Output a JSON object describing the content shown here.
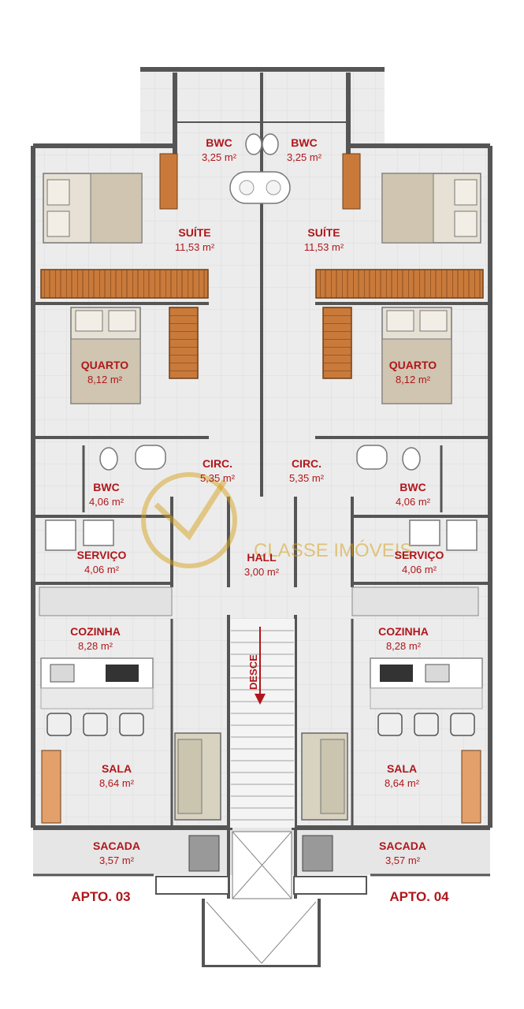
{
  "plan": {
    "units": [
      {
        "id": "apto-03",
        "label": "APTO. 03"
      },
      {
        "id": "apto-04",
        "label": "APTO. 04"
      }
    ],
    "rooms_left": [
      {
        "name": "BWC",
        "area": "3,25 m²"
      },
      {
        "name": "SUÍTE",
        "area": "11,53 m²"
      },
      {
        "name": "QUARTO",
        "area": "8,12 m²"
      },
      {
        "name": "CIRC.",
        "area": "5,35 m²"
      },
      {
        "name": "BWC",
        "area": "4,06 m²"
      },
      {
        "name": "SERVIÇO",
        "area": "4,06 m²"
      },
      {
        "name": "COZINHA",
        "area": "8,28 m²"
      },
      {
        "name": "SALA",
        "area": "8,64 m²"
      },
      {
        "name": "SACADA",
        "area": "3,57 m²"
      }
    ],
    "rooms_right": [
      {
        "name": "BWC",
        "area": "3,25 m²"
      },
      {
        "name": "SUÍTE",
        "area": "11,53 m²"
      },
      {
        "name": "QUARTO",
        "area": "8,12 m²"
      },
      {
        "name": "CIRC.",
        "area": "5,35 m²"
      },
      {
        "name": "BWC",
        "area": "4,06 m²"
      },
      {
        "name": "SERVIÇO",
        "area": "4,06 m²"
      },
      {
        "name": "COZINHA",
        "area": "8,28 m²"
      },
      {
        "name": "SALA",
        "area": "8,64 m²"
      },
      {
        "name": "SACADA",
        "area": "3,57 m²"
      }
    ],
    "hall": {
      "name": "HALL",
      "area": "3,00 m²"
    },
    "stairs": {
      "label": "DESCE"
    },
    "watermark": {
      "brand": "CLASSE IMÓVEIS"
    },
    "colors": {
      "label_red": "#b0161b",
      "wall": "#555555",
      "floor": "#eeeeee",
      "wood": "#c97a3a",
      "watermark_gold": "#d6a21e"
    }
  }
}
